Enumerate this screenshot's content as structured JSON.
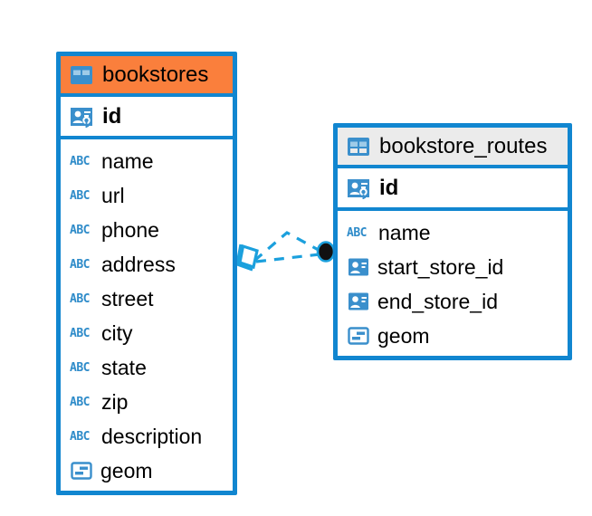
{
  "diagram": {
    "type": "entity-relationship-diagram",
    "background": "#ffffff",
    "accent_blue": "#1186d0",
    "accent_orange": "#fa7f3c",
    "header_grey": "#ebebeb",
    "icon_blue": "#3a8fcc",
    "text_color": "#000000"
  },
  "entities": [
    {
      "name": "bookstores",
      "title": "bookstores",
      "header_icon": "table-icon",
      "header_color": "#fa7f3c",
      "highlighted": true,
      "primary_key": {
        "label": "id",
        "icon": "primary-key-icon"
      },
      "fields": [
        {
          "label": "name",
          "icon": "abc-text-icon",
          "type": "text"
        },
        {
          "label": "url",
          "icon": "abc-text-icon",
          "type": "text"
        },
        {
          "label": "phone",
          "icon": "abc-text-icon",
          "type": "text"
        },
        {
          "label": "address",
          "icon": "abc-text-icon",
          "type": "text"
        },
        {
          "label": "street",
          "icon": "abc-text-icon",
          "type": "text"
        },
        {
          "label": "city",
          "icon": "abc-text-icon",
          "type": "text"
        },
        {
          "label": "state",
          "icon": "abc-text-icon",
          "type": "text"
        },
        {
          "label": "zip",
          "icon": "abc-text-icon",
          "type": "text"
        },
        {
          "label": "description",
          "icon": "abc-text-icon",
          "type": "text"
        },
        {
          "label": "geom",
          "icon": "geometry-icon",
          "type": "geometry"
        }
      ]
    },
    {
      "name": "bookstore_routes",
      "title": "bookstore_routes",
      "header_icon": "table-icon",
      "header_color": "#ebebeb",
      "highlighted": false,
      "primary_key": {
        "label": "id",
        "icon": "primary-key-icon"
      },
      "fields": [
        {
          "label": "name",
          "icon": "abc-text-icon",
          "type": "text"
        },
        {
          "label": "start_store_id",
          "icon": "foreign-key-icon",
          "type": "foreign-key"
        },
        {
          "label": "end_store_id",
          "icon": "foreign-key-icon",
          "type": "foreign-key"
        },
        {
          "label": "geom",
          "icon": "geometry-icon",
          "type": "geometry"
        }
      ]
    }
  ],
  "relationships": [
    {
      "from": "bookstores",
      "to": "bookstore_routes",
      "style": "dashed",
      "color": "#1ba0dd",
      "source_marker": "rhombus-marker",
      "target_marker": "filled-dot-marker",
      "path": "arc"
    },
    {
      "from": "bookstores",
      "to": "bookstore_routes",
      "style": "dashed",
      "color": "#1ba0dd",
      "source_marker": "rhombus-marker",
      "target_marker": "filled-dot-marker",
      "path": "straight"
    }
  ]
}
